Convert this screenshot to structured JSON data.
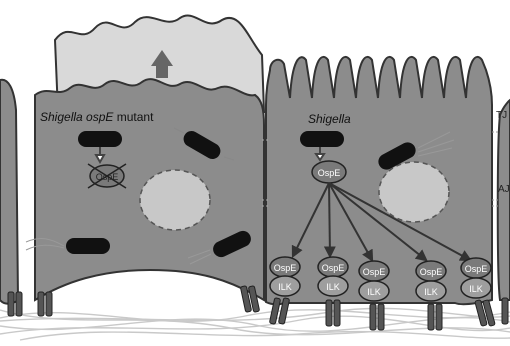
{
  "labels": {
    "mutant_cell": {
      "italic": "Shigella ospE",
      "plain": " mutant"
    },
    "wildtype_cell": "Shigella",
    "secreted_effector": "OspE",
    "effector_blocked": "OspE",
    "complexes": [
      {
        "top": "OspE",
        "bottom": "ILK"
      },
      {
        "top": "OspE",
        "bottom": "ILK"
      },
      {
        "top": "OspE",
        "bottom": "ILK"
      },
      {
        "top": "OspE",
        "bottom": "ILK"
      },
      {
        "top": "OspE",
        "bottom": "ILK"
      }
    ],
    "junction_tight": "TJ",
    "junction_adherens": "AJ"
  },
  "colors": {
    "cell_fill": "#8c8c8c",
    "detached_cell_fill": "#d9d9d9",
    "nucleus_fill": "#c8c8c8",
    "bacterium": "#111111",
    "ospe_fill": "#7a7a7a",
    "ilk_fill": "#9e9e9e",
    "outline": "#333333",
    "matrix_fibers": "#c9c9c9"
  },
  "icons": {
    "detachment_arrow": "arrow-up-icon",
    "blocked_effector": "prohibited-icon"
  }
}
